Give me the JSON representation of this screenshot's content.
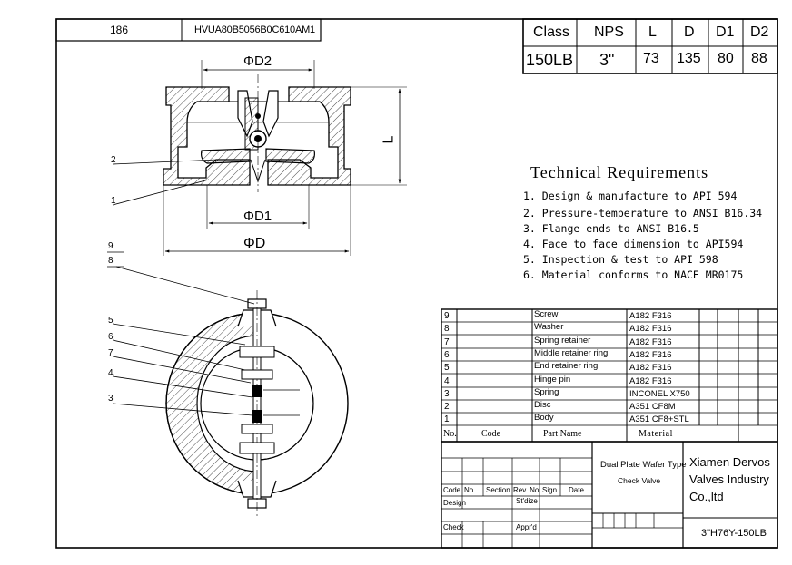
{
  "drawing": {
    "sheet_no": "186",
    "drawing_code": "HVUA80B5056B0C610AM1"
  },
  "dimensions_table": {
    "headers": [
      "Class",
      "NPS",
      "L",
      "D",
      "D1",
      "D2"
    ],
    "values": [
      "150LB",
      "3\"",
      "73",
      "135",
      "80",
      "88"
    ]
  },
  "view_labels": {
    "phi_d2": "ΦD2",
    "phi_d1": "ΦD1",
    "phi_d": "ΦD",
    "l": "L",
    "sec_1": "1",
    "sec_2": "2",
    "front_9": "9",
    "front_8": "8",
    "front_5": "5",
    "front_6": "6",
    "front_7": "7",
    "front_4": "4",
    "front_3": "3"
  },
  "technical_requirements": {
    "title": "Technical Requirements",
    "items": [
      "1. Design & manufacture to API 594",
      "2. Pressure-temperature to ANSI B16.34",
      "3. Flange ends to ANSI B16.5",
      "4. Face to face dimension to API594",
      "5. Inspection & test to API 598",
      "6. Material conforms to NACE MR0175"
    ]
  },
  "parts_list": {
    "rows": [
      {
        "no": "9",
        "name": "Screw",
        "material": "A182 F316"
      },
      {
        "no": "8",
        "name": "Washer",
        "material": "A182 F316"
      },
      {
        "no": "7",
        "name": "Spring retainer",
        "material": "A182 F316"
      },
      {
        "no": "6",
        "name": "Middle retainer ring",
        "material": "A182 F316"
      },
      {
        "no": "5",
        "name": "End retainer ring",
        "material": "A182 F316"
      },
      {
        "no": "4",
        "name": "Hinge pin",
        "material": "A182 F316"
      },
      {
        "no": "3",
        "name": "Spring",
        "material": "INCONEL X750"
      },
      {
        "no": "2",
        "name": "Disc",
        "material": "A351  CF8M"
      },
      {
        "no": "1",
        "name": "Body",
        "material": "A351  CF8+STL"
      }
    ],
    "header": {
      "no": "No.",
      "code": "Code",
      "name": "Part Name",
      "material": "Material"
    }
  },
  "title_block": {
    "product_line1": "Dual Plate Wafer Type",
    "product_line2": "Check Valve",
    "company_line1": "Xiamen Dervos",
    "company_line2": "Valves Industry",
    "company_line3": "Co.,ltd",
    "model": "3\"H76Y-150LB",
    "code_label": "Code",
    "no_label": "No.",
    "section_label": "Section",
    "rev_label": "Rev. No.",
    "sign_label": "Sign",
    "date_label": "Date",
    "design_label": "Design",
    "stdize_label": "St'dize",
    "check_label": "Check",
    "apprd_label": "Appr'd"
  }
}
